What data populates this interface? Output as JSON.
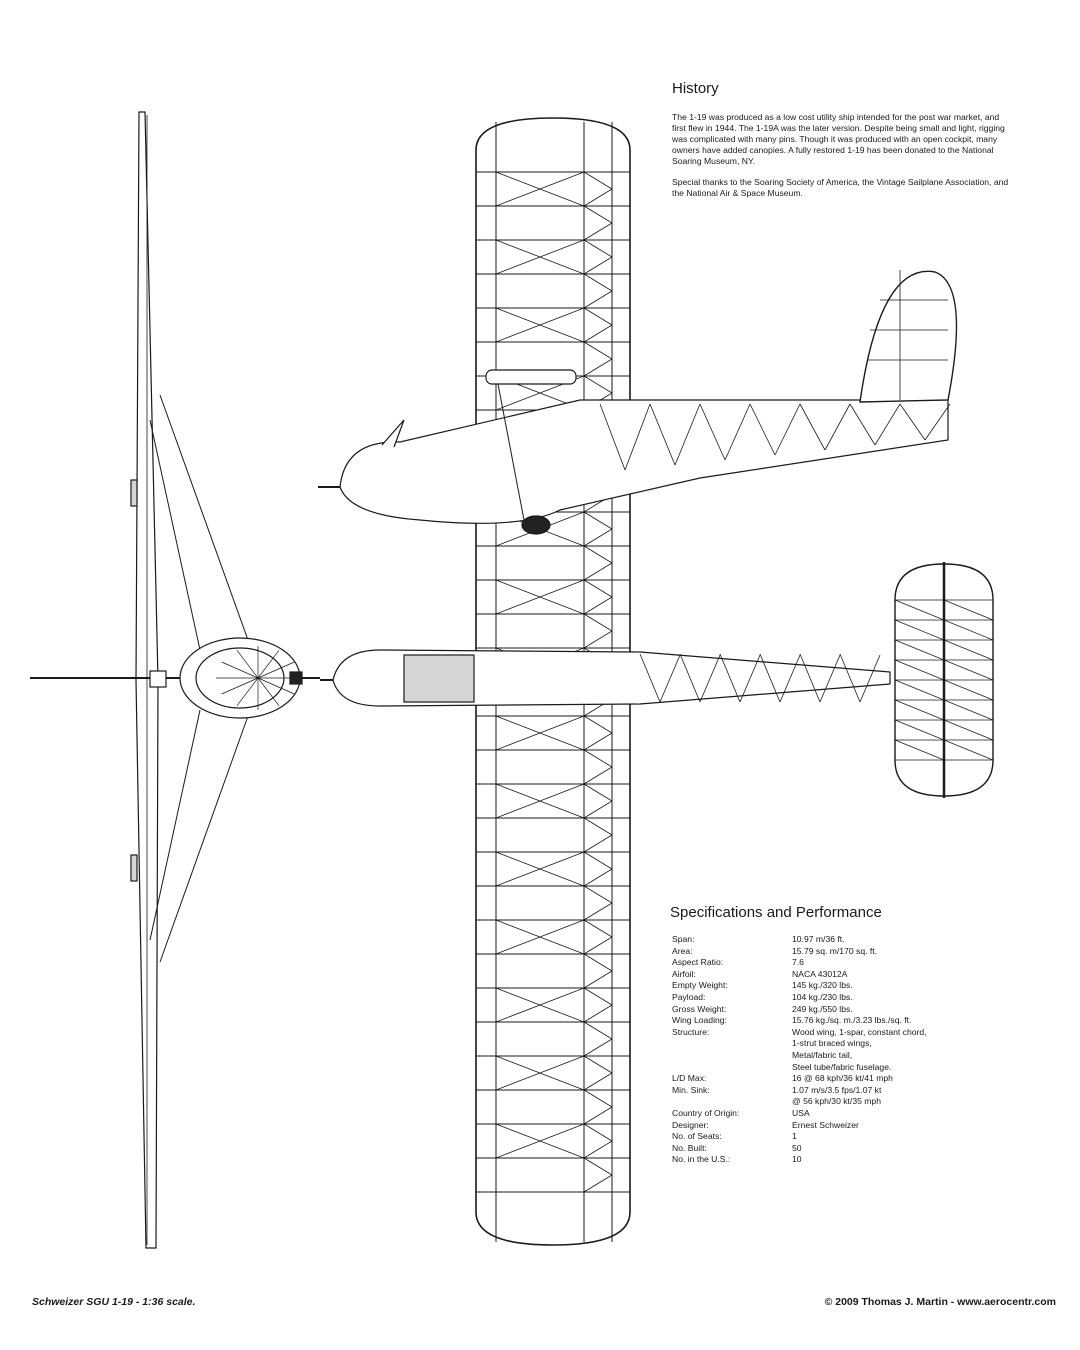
{
  "history": {
    "title": "History",
    "paragraph1": "The 1-19 was produced as a low cost utility ship intended for the post war market, and first flew in 1944. The 1-19A was the later version. Despite being small and light, rigging was complicated with many pins. Though it was produced with an open cockpit, many owners have added canopies. A fully restored 1-19 has been donated to the National Soaring Museum, NY.",
    "paragraph2": "Special thanks to the Soaring Society of America, the Vintage Sailplane Association, and the National Air & Space Museum."
  },
  "specs": {
    "title": "Specifications and Performance",
    "rows": [
      {
        "label": "Span:",
        "value": "10.97 m/36 ft."
      },
      {
        "label": "Area:",
        "value": "15.79 sq. m/170 sq. ft."
      },
      {
        "label": "Aspect Ratio:",
        "value": "7.6"
      },
      {
        "label": "Airfoil:",
        "value": "NACA 43012A"
      },
      {
        "label": "Empty Weight:",
        "value": "145 kg./320 lbs."
      },
      {
        "label": "Payload:",
        "value": "104 kg./230 lbs."
      },
      {
        "label": "Gross Weight:",
        "value": "249 kg./550 lbs."
      },
      {
        "label": "Wing Loading:",
        "value": "15.76 kg./sq. m./3.23 lbs./sq. ft."
      },
      {
        "label": "Structure:",
        "value": "Wood wing, 1-spar, constant chord,\n1-strut braced wings,\nMetal/fabric tail,\nSteel tube/fabric fuselage."
      },
      {
        "label": "L/D Max:",
        "value": "16 @ 68 kph/36 kt/41 mph"
      },
      {
        "label": "Min. Sink:",
        "value": "1.07 m/s/3.5 fps/1.07 kt\n@ 56 kph/30 kt/35 mph"
      },
      {
        "label": "Country of Origin:",
        "value": "USA"
      },
      {
        "label": "Designer:",
        "value": "Ernest Schweizer"
      },
      {
        "label": "No. of Seats:",
        "value": "1"
      },
      {
        "label": "No. Built:",
        "value": "50"
      },
      {
        "label": "No. in the U.S.:",
        "value": "10"
      }
    ]
  },
  "caption": {
    "model": "Schweizer SGU 1-19 - 1:36 scale.",
    "copyright": "© 2009 Thomas J. Martin - www.aerocentr.com"
  },
  "colors": {
    "line": "#1a1a1a",
    "fill": "#ffffff",
    "shade": "#d6d6d6",
    "dark": "#222222"
  }
}
